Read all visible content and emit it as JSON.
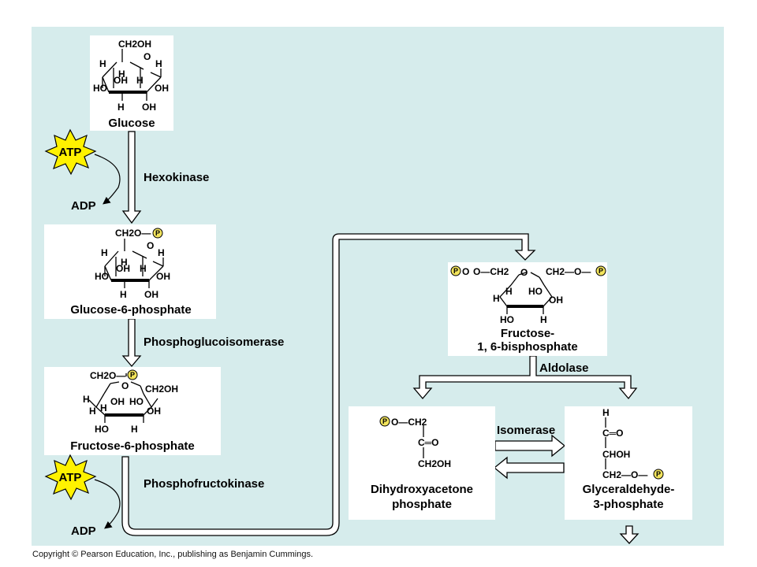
{
  "molecules": {
    "glucose": {
      "name": "Glucose",
      "ch2oh": "CH2OH",
      "ring_o": "O"
    },
    "g6p": {
      "name": "Glucose-6-phosphate",
      "group": "CH2O—"
    },
    "f6p": {
      "name": "Fructose-6-phosphate",
      "left_group": "CH2O—",
      "right_group": "CH2OH"
    },
    "f16bp": {
      "name_line1": "Fructose-",
      "name_line2": "1, 6-bisphosphate",
      "left_group": "O—CH2",
      "right_group": "CH2—O—"
    },
    "dhap": {
      "name_line1": "Dihydroxyacetone",
      "name_line2": "phosphate",
      "top": "O—CH2",
      "mid": "C═O",
      "bot": "CH2OH"
    },
    "g3p": {
      "name_line1": "Glyceraldehyde-",
      "name_line2": "3-phosphate",
      "top": "H",
      "c1": "C═O",
      "c2": "CHOH",
      "c3": "CH2—O—"
    }
  },
  "atoms": {
    "H": "H",
    "OH": "OH",
    "HO": "HO",
    "O": "O",
    "P": "P"
  },
  "enzymes": {
    "hexokinase": "Hexokinase",
    "phosphoglucoisomerase": "Phosphoglucoisomerase",
    "phosphofructokinase": "Phosphofructokinase",
    "aldolase": "Aldolase",
    "isomerase": "Isomerase"
  },
  "cofactors": {
    "atp": "ATP",
    "adp": "ADP"
  },
  "copyright": "Copyright © Pearson Education, Inc., publishing as Benjamin Cummings.",
  "colors": {
    "panel": "#d6ecec",
    "atp_star": "#fff200",
    "phosphate": "#f2e45c",
    "box": "#ffffff"
  }
}
